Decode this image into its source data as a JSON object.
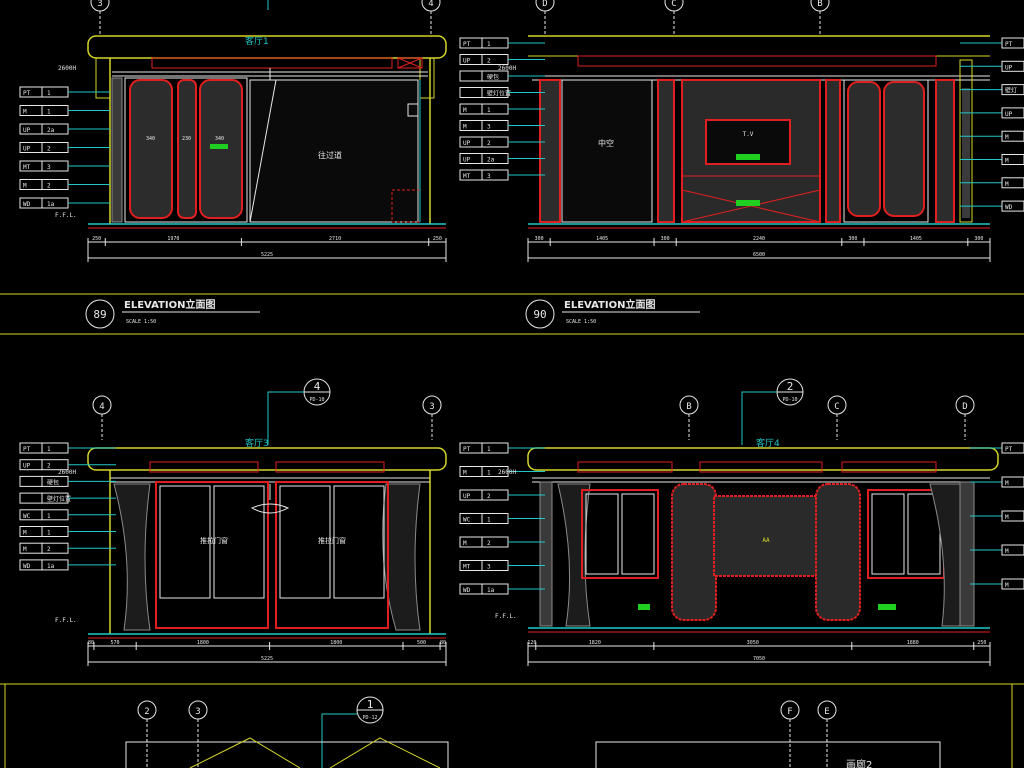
{
  "colors": {
    "background": "#000000",
    "white": "#e8e8e8",
    "yellow": "#d6d629",
    "red": "#e02020",
    "cyan": "#20c8c8",
    "green": "#20d020",
    "gray": "#8a8a8a"
  },
  "panels": {
    "p89": {
      "grid_left": "3",
      "grid_right": "4",
      "room_label": "客厅1",
      "height_mark": "2600H",
      "tags": [
        {
          "code": "PT",
          "num": "1"
        },
        {
          "code": "M",
          "num": "1"
        },
        {
          "code": "UP",
          "num": "2a"
        },
        {
          "code": "UP",
          "num": "2"
        },
        {
          "code": "MT",
          "num": "3"
        },
        {
          "code": "M",
          "num": "2"
        },
        {
          "code": "WD",
          "num": "1a"
        }
      ],
      "ffl": "F.F.L.",
      "passage_note": "往过道",
      "dims": [
        "250",
        "1970",
        "2710",
        "250"
      ],
      "total": "5225",
      "title": "ELEVATION立面图",
      "scale": "SCALE  1:50",
      "number": "89"
    },
    "p90": {
      "grid": [
        "D",
        "C",
        "B"
      ],
      "height_mark": "2600H",
      "tags_left": [
        {
          "code": "PT",
          "num": "1"
        },
        {
          "code": "UP",
          "num": "2"
        },
        {
          "code": "",
          "num": "硬包"
        },
        {
          "code": "",
          "num": "壁灯位置"
        },
        {
          "code": "M",
          "num": "1"
        },
        {
          "code": "M",
          "num": "3"
        },
        {
          "code": "UP",
          "num": "2"
        },
        {
          "code": "UP",
          "num": "2a"
        },
        {
          "code": "MT",
          "num": "3"
        }
      ],
      "tags_right": [
        "PT",
        "UP",
        "壁灯",
        "UP",
        "M",
        "M",
        "M",
        "WD"
      ],
      "center_note": "中空",
      "tv_label": "T.V",
      "dims": [
        "300",
        "1405",
        "300",
        "2240",
        "300",
        "1405",
        "300"
      ],
      "total": "6500",
      "title": "ELEVATION立面图",
      "scale": "SCALE  1:50",
      "number": "90"
    },
    "p3": {
      "grid_left": "4",
      "grid_right": "3",
      "detail_num": "4",
      "detail_ref": "PD-10",
      "room_label": "客厅3",
      "height_mark": "2600H",
      "tags": [
        {
          "code": "PT",
          "num": "1"
        },
        {
          "code": "UP",
          "num": "2"
        },
        {
          "code": "",
          "num": "硬包"
        },
        {
          "code": "",
          "num": "壁灯位置"
        },
        {
          "code": "WC",
          "num": "1"
        },
        {
          "code": "M",
          "num": "1"
        },
        {
          "code": "M",
          "num": "2"
        },
        {
          "code": "WD",
          "num": "1a"
        }
      ],
      "ffl": "F.F.L.",
      "door_note": "推拉门窗",
      "dims": [
        "80",
        "570",
        "1800",
        "1800",
        "500",
        "80"
      ],
      "total": "5225"
    },
    "p4": {
      "grid": [
        "B",
        "C",
        "D"
      ],
      "detail_num": "2",
      "detail_ref": "PD-10",
      "room_label": "客厅4",
      "height_mark": "2600H",
      "tags": [
        {
          "code": "PT",
          "num": "1"
        },
        {
          "code": "M",
          "num": "1"
        },
        {
          "code": "UP",
          "num": "2"
        },
        {
          "code": "WC",
          "num": "1"
        },
        {
          "code": "M",
          "num": "2"
        },
        {
          "code": "MT",
          "num": "3"
        },
        {
          "code": "WD",
          "num": "1a"
        }
      ],
      "tags_right": [
        "PT",
        "M",
        "M",
        "M",
        "M"
      ],
      "ffl": "F.F.L.",
      "center_note": "AA",
      "dims": [
        "120",
        "1820",
        "3050",
        "1880",
        "250"
      ],
      "total": "7050"
    },
    "bottom": {
      "grid_left": [
        "2",
        "3"
      ],
      "detail_num": "1",
      "detail_ref": "PD-12",
      "grid_right": [
        "F",
        "E"
      ],
      "room_label": "画廊2"
    }
  }
}
